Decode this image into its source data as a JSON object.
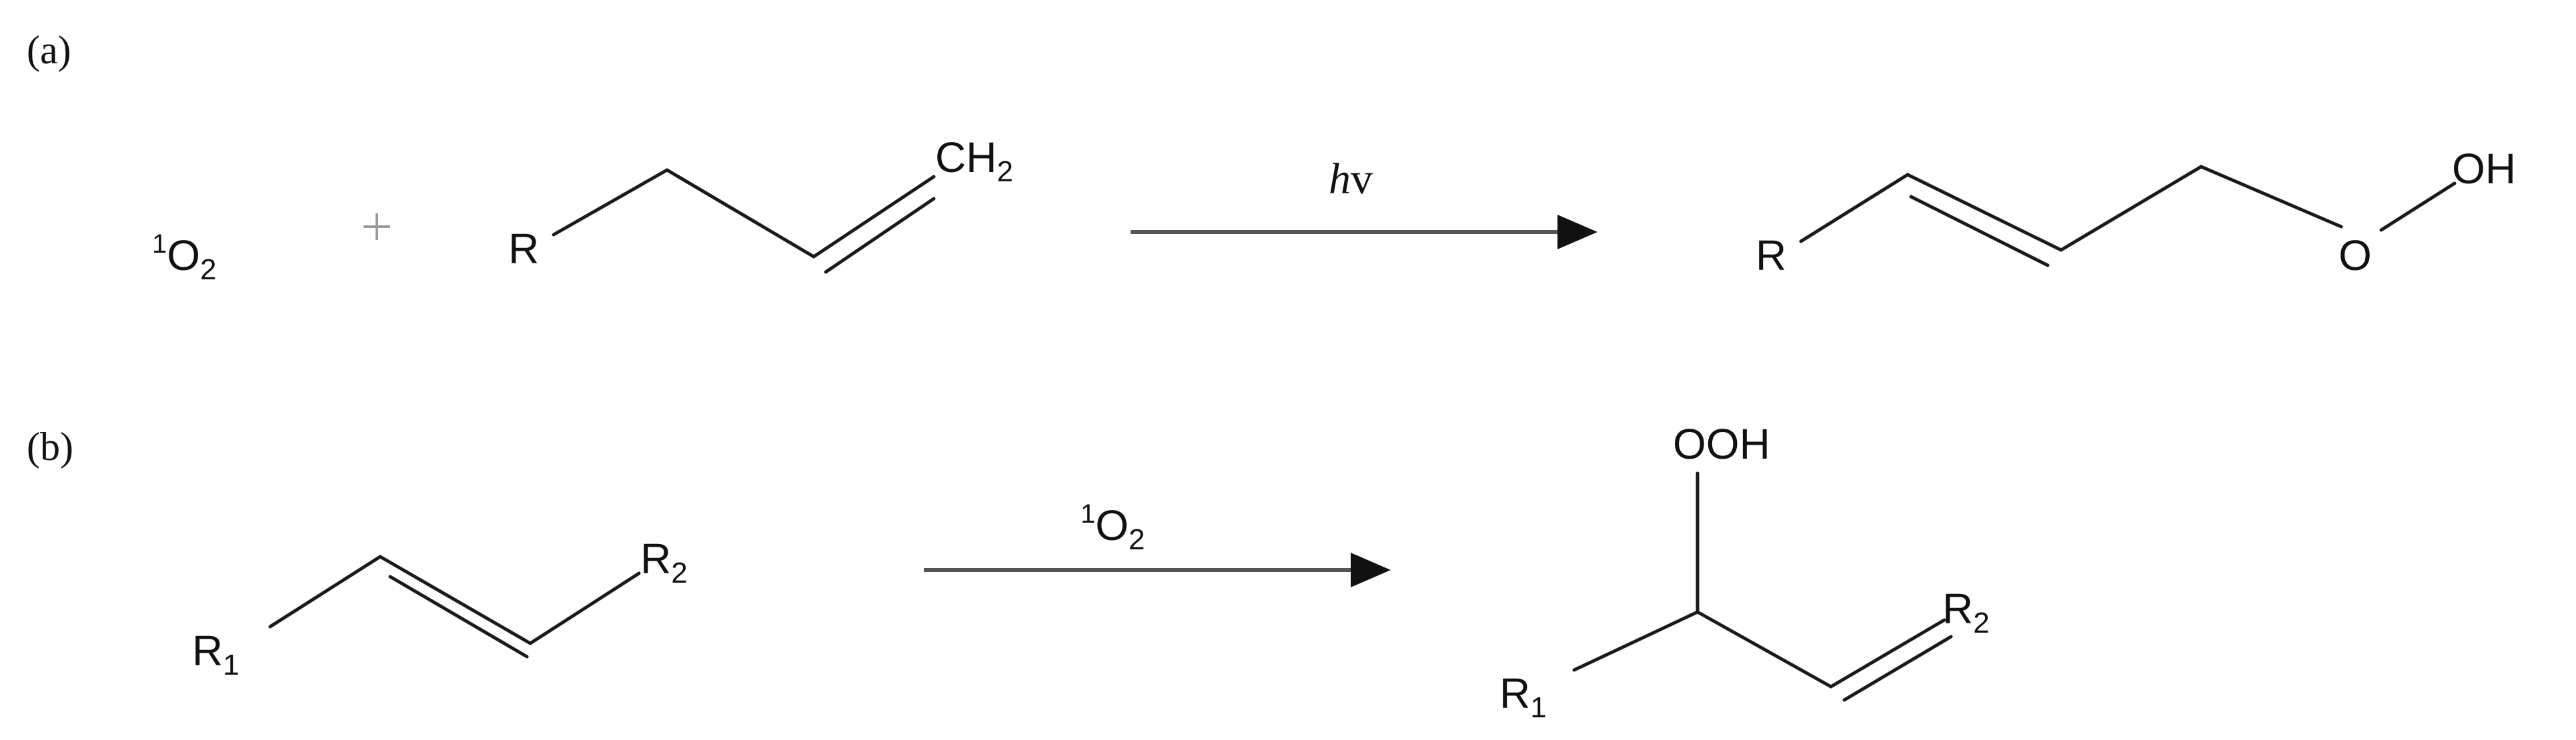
{
  "panel_a": {
    "label": "(a)",
    "reactant1": {
      "base": "O",
      "sup": "1",
      "sub": "2"
    },
    "plus": "+",
    "reactant2": {
      "r": "R",
      "ch2_base": "CH",
      "ch2_sub": "2"
    },
    "arrow_label": {
      "h": "h",
      "v": "v"
    },
    "product": {
      "r": "R",
      "o": "O",
      "oh": "OH"
    }
  },
  "panel_b": {
    "label": "(b)",
    "reactant": {
      "r1_base": "R",
      "r1_sub": "1",
      "r2_base": "R",
      "r2_sub": "2"
    },
    "arrow_label": {
      "base": "O",
      "sup": "1",
      "sub": "2"
    },
    "product": {
      "ooh": "OOH",
      "r1_base": "R",
      "r1_sub": "1",
      "r2_base": "R",
      "r2_sub": "2"
    }
  }
}
